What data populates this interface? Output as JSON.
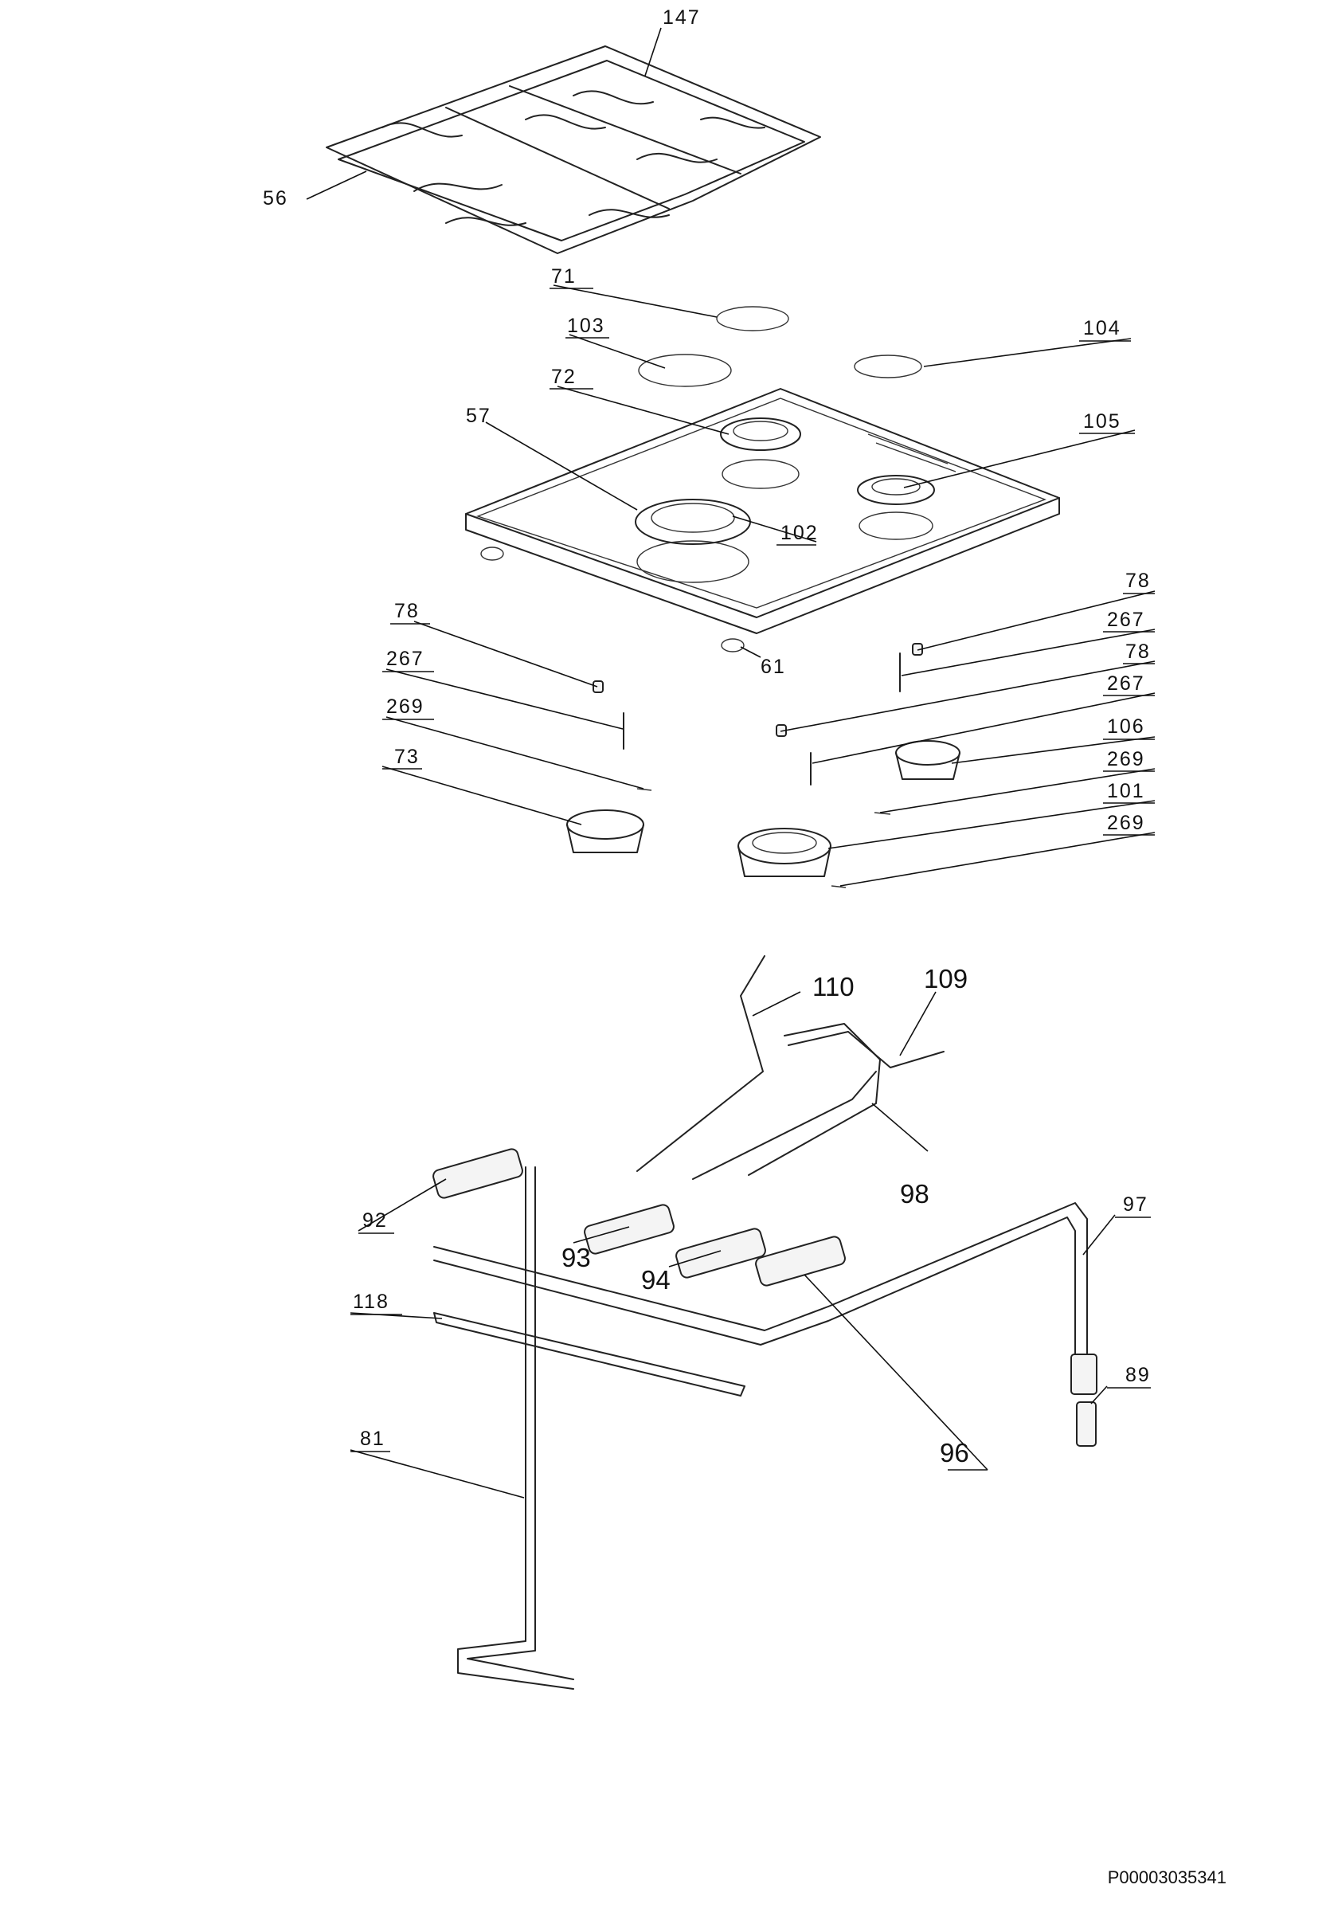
{
  "labels": {
    "l147": "147",
    "l56": "56",
    "l71": "71",
    "l103": "103",
    "l104": "104",
    "l72": "72",
    "l57": "57",
    "l105": "105",
    "l102": "102",
    "l78a": "78",
    "l78b": "78",
    "l78c": "78",
    "l267a": "267",
    "l267b": "267",
    "l267c": "267",
    "l269a": "269",
    "l269b": "269",
    "l269c": "269",
    "l61": "61",
    "l73": "73",
    "l106": "106",
    "l101": "101",
    "l110": "110",
    "l109": "109",
    "l98": "98",
    "l97": "97",
    "l92": "92",
    "l93": "93",
    "l94": "94",
    "l96": "96",
    "l118": "118",
    "l89": "89",
    "l81": "81"
  },
  "document_id": "P00003035341"
}
